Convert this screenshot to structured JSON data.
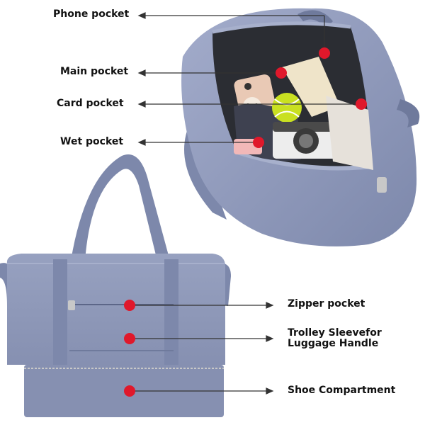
{
  "colors": {
    "bag_fill": "#8e98b8",
    "bag_shadow": "#6f7a9c",
    "bag_highlight": "#a7b0cc",
    "bag_interior": "#2b2d33",
    "marker_red": "#e0182b",
    "arrow_dark": "#333333",
    "background": "#ffffff"
  },
  "callouts": {
    "phone_pocket": "Phone pocket",
    "main_pocket": "Main pocket",
    "card_pocket": "Card pocket",
    "wet_pocket": "Wet pocket",
    "zipper_pocket": "Zipper pocket",
    "trolley_sleeve": "Trolley Sleevefor\nLuggage Handle",
    "shoe_compartment": "Shoe Compartment"
  }
}
